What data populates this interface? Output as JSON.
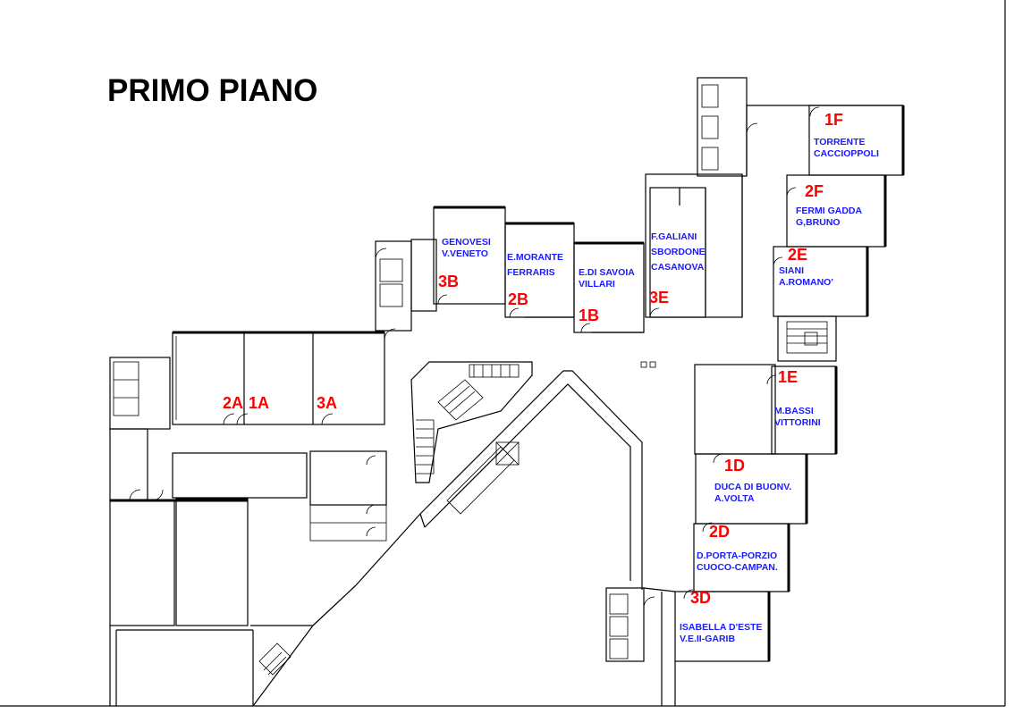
{
  "floor_title": "PRIMO PIANO",
  "rooms": [
    {
      "code": "1F",
      "names": [
        "TORRENTE",
        "CACCIOPPOLI"
      ]
    },
    {
      "code": "2F",
      "names": [
        "FERMI GADDA",
        "G,BRUNO"
      ]
    },
    {
      "code": "2E",
      "names": [
        "SIANI",
        "A.ROMANO'"
      ]
    },
    {
      "code": "1E",
      "names": [
        "M.BASSI",
        "VITTORINI"
      ]
    },
    {
      "code": "1D",
      "names": [
        "DUCA DI BUONV.",
        "A.VOLTA"
      ]
    },
    {
      "code": "2D",
      "names": [
        "D.PORTA-PORZIO",
        "CUOCO-CAMPAN."
      ]
    },
    {
      "code": "3D",
      "names": [
        "ISABELLA D'ESTE",
        "V.E.II-GARIB"
      ]
    },
    {
      "code": "3E",
      "names": [
        "F.GALIANI",
        "SBORDONE",
        "CASANOVA"
      ]
    },
    {
      "code": "1B",
      "names": [
        "E.DI SAVOIA",
        "VILLARI"
      ]
    },
    {
      "code": "2B",
      "names": [
        "E.MORANTE",
        "FERRARIS"
      ]
    },
    {
      "code": "3B",
      "names": [
        "GENOVESI",
        "V.VENETO"
      ]
    },
    {
      "code": "2A",
      "names": []
    },
    {
      "code": "1A",
      "names": []
    },
    {
      "code": "3A",
      "names": []
    }
  ]
}
